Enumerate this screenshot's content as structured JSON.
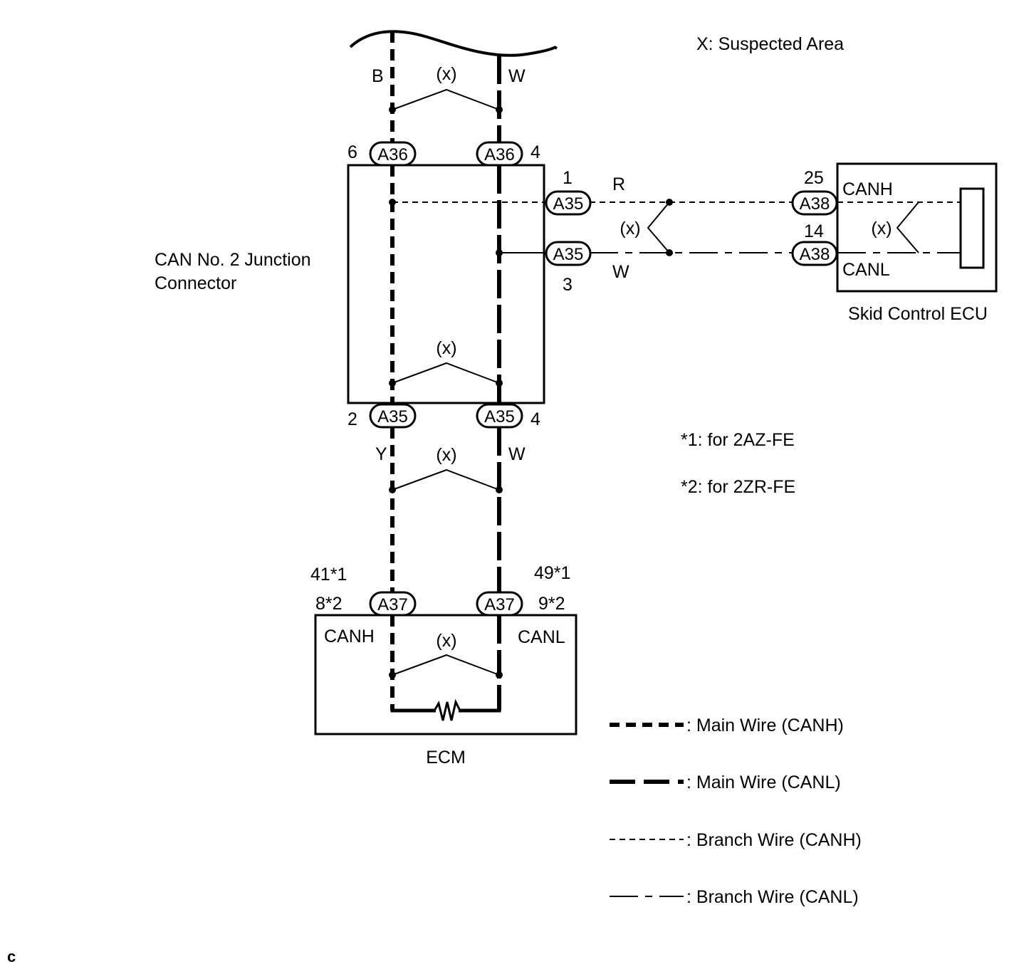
{
  "legend_note": "X: Suspected Area",
  "footnotes": {
    "n1": "*1: for 2AZ-FE",
    "n2": "*2: for 2ZR-FE"
  },
  "components": {
    "junction": {
      "line1": "CAN No. 2 Junction",
      "line2": "Connector"
    },
    "skid": {
      "name": "Skid Control ECU",
      "canh": "CANH",
      "canl": "CANL"
    },
    "ecm": {
      "name": "ECM",
      "canh": "CANH",
      "canl": "CANL"
    }
  },
  "connectors": {
    "a36_left": "A36",
    "a36_right": "A36",
    "a35_1": "A35",
    "a35_3": "A35",
    "a35_2": "A35",
    "a35_4": "A35",
    "a38_top": "A38",
    "a38_bot": "A38",
    "a37_left": "A37",
    "a37_right": "A37"
  },
  "pins": {
    "a36_left": "6",
    "a36_right": "4",
    "a35_1": "1",
    "a35_3": "3",
    "a35_2": "2",
    "a35_4": "4",
    "a38_top": "25",
    "a38_bot": "14",
    "a37_left_1": "41*1",
    "a37_left_2": "8*2",
    "a37_right_1": "49*1",
    "a37_right_2": "9*2"
  },
  "wire_colors": {
    "top_left": "B",
    "top_right": "W",
    "branch_canh": "R",
    "branch_canl": "W",
    "bottom_left": "Y",
    "bottom_right": "W"
  },
  "suspected_marks": [
    "(x)",
    "(x)",
    "(x)",
    "(x)",
    "(x)"
  ],
  "legend": [
    {
      "style": "main-canh",
      "label": ": Main Wire (CANH)"
    },
    {
      "style": "main-canl",
      "label": ": Main Wire (CANL)"
    },
    {
      "style": "branch-canh",
      "label": ": Branch Wire (CANH)"
    },
    {
      "style": "branch-canl",
      "label": ": Branch Wire (CANL)"
    }
  ],
  "corner_code": "c"
}
